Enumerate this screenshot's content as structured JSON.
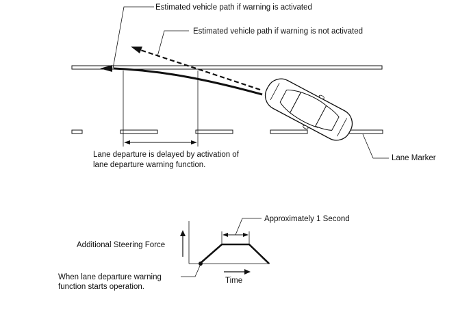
{
  "labels": {
    "path_activated": "Estimated vehicle path if warning is activated",
    "path_not_activated": "Estimated vehicle path if warning is not activated",
    "delay_line1": "Lane departure is delayed by activation of",
    "delay_line2": "lane departure warning function.",
    "lane_marker": "Lane Marker",
    "approx_time": "Approximately 1 Second",
    "steering_force": "Additional Steering Force",
    "time_axis": "Time",
    "start_line1": "When lane departure warning",
    "start_line2": "function starts operation."
  },
  "colors": {
    "ink": "#111111",
    "background": "#ffffff"
  },
  "icons": {
    "vehicle": "car-top-view-icon",
    "force_arrow": "arrow-up-icon",
    "time_arrow": "arrow-right-icon"
  }
}
